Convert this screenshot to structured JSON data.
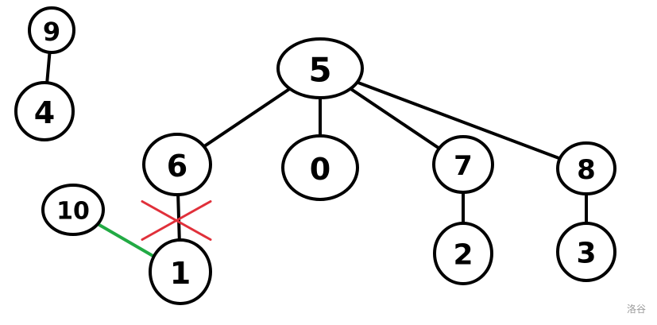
{
  "diagram": {
    "nodes": [
      {
        "id": "n9",
        "label": "9"
      },
      {
        "id": "n4",
        "label": "4"
      },
      {
        "id": "n5",
        "label": "5"
      },
      {
        "id": "n6",
        "label": "6"
      },
      {
        "id": "n0",
        "label": "0"
      },
      {
        "id": "n7",
        "label": "7"
      },
      {
        "id": "n8",
        "label": "8"
      },
      {
        "id": "n10",
        "label": "10"
      },
      {
        "id": "n1",
        "label": "1"
      },
      {
        "id": "n2",
        "label": "2"
      },
      {
        "id": "n3",
        "label": "3"
      }
    ],
    "edges": [
      {
        "from": "n9",
        "to": "n4",
        "color": "#000000"
      },
      {
        "from": "n5",
        "to": "n6",
        "color": "#000000"
      },
      {
        "from": "n5",
        "to": "n0",
        "color": "#000000"
      },
      {
        "from": "n5",
        "to": "n7",
        "color": "#000000"
      },
      {
        "from": "n5",
        "to": "n8",
        "color": "#000000"
      },
      {
        "from": "n6",
        "to": "n1",
        "color": "#000000",
        "crossed": true
      },
      {
        "from": "n7",
        "to": "n2",
        "color": "#000000"
      },
      {
        "from": "n8",
        "to": "n3",
        "color": "#000000"
      },
      {
        "from": "n10",
        "to": "n1",
        "color": "#22aa44"
      }
    ],
    "cross_mark_color": "#e0303a"
  },
  "watermark": "洛谷"
}
